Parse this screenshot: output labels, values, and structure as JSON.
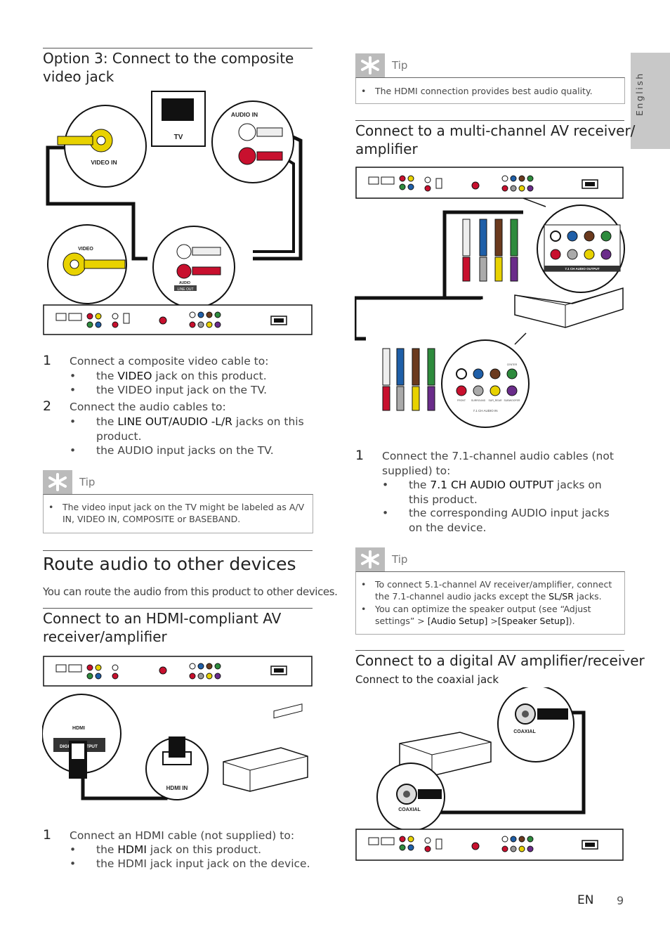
{
  "side_tab": {
    "label": "English"
  },
  "left": {
    "composite": {
      "heading_line1": "Option 3: Connect to the composite",
      "heading_line2": "video jack",
      "diagram": {
        "video_in": "VIDEO IN",
        "tv": "TV",
        "audio_in": "AUDIO IN",
        "video": "VIDEO",
        "audio": "AUDIO",
        "line_out": "LINE OUT"
      },
      "step1": {
        "num": "1",
        "text": "Connect a composite video cable to:"
      },
      "step1_b1": {
        "pre": "the ",
        "emph": "VIDEO",
        "post": " jack on this product."
      },
      "step1_b2": "the VIDEO input jack on the TV.",
      "step2": {
        "num": "2",
        "text": "Connect the audio cables to:"
      },
      "step2_b1": {
        "pre": "the ",
        "emph": "LINE OUT/AUDIO -L/R",
        "post_line1": " jacks on this",
        "post_line2": "product."
      },
      "step2_b2": "the AUDIO input jacks on the TV.",
      "tip": {
        "label": "Tip",
        "line1": "The video input jack on the TV might be labeled as A/V",
        "line2": "IN, VIDEO IN, COMPOSITE or BASEBAND."
      }
    },
    "route": {
      "heading": "Route audio to other devices",
      "intro": "You can route the audio from this product to other devices."
    },
    "hdmi": {
      "heading_line1": "Connect to an HDMI-compliant AV",
      "heading_line2": "receiver/amplifier",
      "diagram": {
        "hdmi": "HDMI",
        "digital_output": "DIGITAL OUTPUT",
        "hdmi_in": "HDMI IN"
      },
      "step1": {
        "num": "1",
        "text": "Connect an HDMI cable (not supplied) to:"
      },
      "step1_b1": {
        "pre": "the ",
        "emph": "HDMI",
        "post": " jack on this product."
      },
      "step1_b2": "the HDMI jack input jack on the device."
    }
  },
  "right": {
    "tip_top": {
      "label": "Tip",
      "item": "The HDMI connection provides best audio quality."
    },
    "multichannel": {
      "heading_line1": "Connect to a multi-channel AV receiver/",
      "heading_line2": "amplifier",
      "diagram": {
        "ch_audio_output": "7.1 CH AUDIO OUTPUT",
        "ch_audio_in": "7.1 CH AUDIO IN",
        "front": "FRONT",
        "surround": "SURROUND",
        "sub_rear": "SUR_REAR",
        "sub_woofer": "SUBWOOFER",
        "center": "CENTER"
      },
      "step1": {
        "num": "1",
        "line1": "Connect the 7.1-channel audio cables (not",
        "line2": "supplied) to:"
      },
      "step1_b1": {
        "pre": "the ",
        "emph": "7.1 CH AUDIO OUTPUT",
        "post_line1": " jacks on",
        "post_line2": "this product."
      },
      "step1_b2": {
        "line1": "the corresponding AUDIO input jacks",
        "line2": "on the device."
      },
      "tip": {
        "label": "Tip",
        "item1_line1": "To connect 5.1-channel AV receiver/amplifier, connect",
        "item1_line2_pre": "the 7.1-channel audio jacks except the ",
        "item1_line2_emph": "SL/SR",
        "item1_line2_post": " jacks.",
        "item2_line1": "You can optimize the speaker output (see “Adjust",
        "item2_line2_pre": "settings” > ",
        "item2_line2_emph1": "[Audio Setup]",
        "item2_line2_mid": " >",
        "item2_line2_emph2": "[Speaker Setup]",
        "item2_line2_post": ")."
      }
    },
    "digital": {
      "heading": "Connect to a digital AV amplifier/receiver",
      "subheading": "Connect to the coaxial jack",
      "diagram": {
        "coaxial": "COAXIAL"
      }
    },
    "footer": {
      "lang": "EN",
      "page": "9"
    }
  },
  "colors": {
    "rule": "#555555",
    "tip_grey": "#bbbbbb",
    "side_tab": "#c8c8c8",
    "yellow": "#e8d200",
    "red": "#c8102e",
    "white_plug": "#eeeeee",
    "blue": "#1f5fa8",
    "green": "#2e8b3d",
    "brown": "#6b3a1e",
    "purple": "#6a2c8a",
    "grey": "#9a9a9a"
  }
}
